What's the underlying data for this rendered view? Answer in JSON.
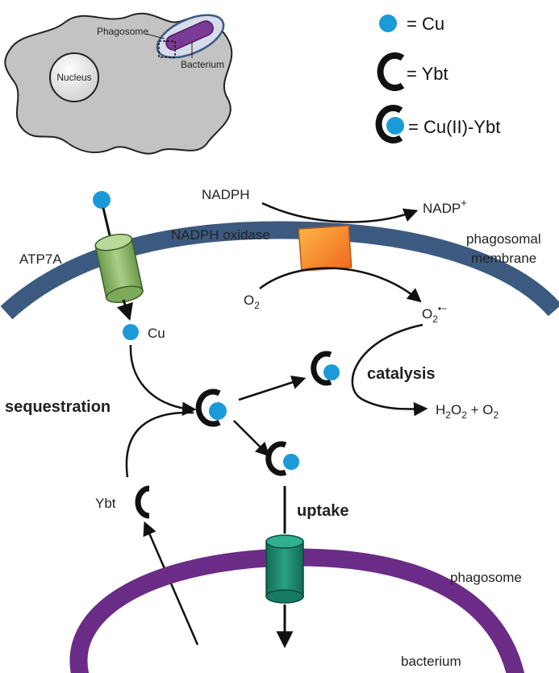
{
  "inset": {
    "phagosome_label": "Phagosome",
    "nucleus_label": "Nucleus",
    "bacterium_label": "Bacterium"
  },
  "legend": {
    "cu": "= Cu",
    "ybt": "= Ybt",
    "cu_ybt": "= Cu(II)-Ybt"
  },
  "labels": {
    "nadph": "NADPH",
    "nadp": "NADP",
    "nadp_sup": "+",
    "nadph_oxidase": "NADPH oxidase",
    "phagosomal_membrane_1": "phagosomal",
    "phagosomal_membrane_2": "membrane",
    "atp7a": "ATP7A",
    "o2_base": "O",
    "o2_sub": "2",
    "superoxide_base": "O",
    "superoxide_sub": "2",
    "superoxide_sup": "•−",
    "cu": "Cu",
    "catalysis": "catalysis",
    "sequestration": "sequestration",
    "h2o2_h": "H",
    "h2o2_sub1": "2",
    "h2o2_o": "O",
    "h2o2_sub2": "2",
    "h2o2_plus": " + O",
    "h2o2_sub3": "2",
    "ybt": "Ybt",
    "uptake": "uptake",
    "phagosome": "phagosome",
    "bacterium": "bacterium"
  },
  "colors": {
    "cu_blue": "#1a9ad6",
    "membrane_blue": "#3c5a80",
    "bacterium_purple": "#6b2c87",
    "atp7a_green": "#8fb86a",
    "uptake_teal": "#1e8a6e",
    "oxidase_orange": "#f08a2a",
    "cell_gray": "#bdbdbd"
  }
}
